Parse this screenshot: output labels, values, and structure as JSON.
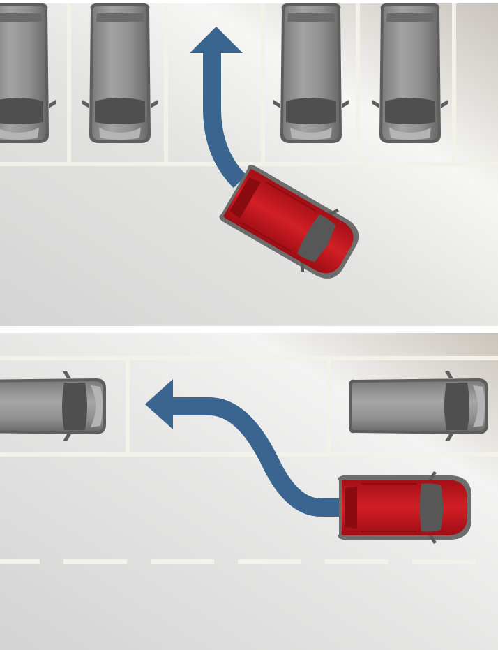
{
  "colors": {
    "ground_light": "#f1f1f1",
    "ground_dark": "#d6d6d6",
    "bay_line": "#f3f2e8",
    "arrow": "#3a6590",
    "ego_car": "#c8161d",
    "ego_car_shadow": "#6f6f6f",
    "parked_car": "#9a9a9a",
    "parked_car_dark": "#595959"
  },
  "scenes": [
    {
      "name": "perpendicular-exit",
      "ego_car": {
        "color": "red",
        "heading_deg": 30
      },
      "path": {
        "direction": "forward-left-then-straight"
      },
      "parked_cars": 4,
      "empty_bay_index": 2
    },
    {
      "name": "parallel-exit",
      "ego_car": {
        "color": "red",
        "heading_deg": 0
      },
      "path": {
        "direction": "left-s-curve"
      },
      "parked_cars": 2,
      "lane_marking": "dashed"
    }
  ]
}
